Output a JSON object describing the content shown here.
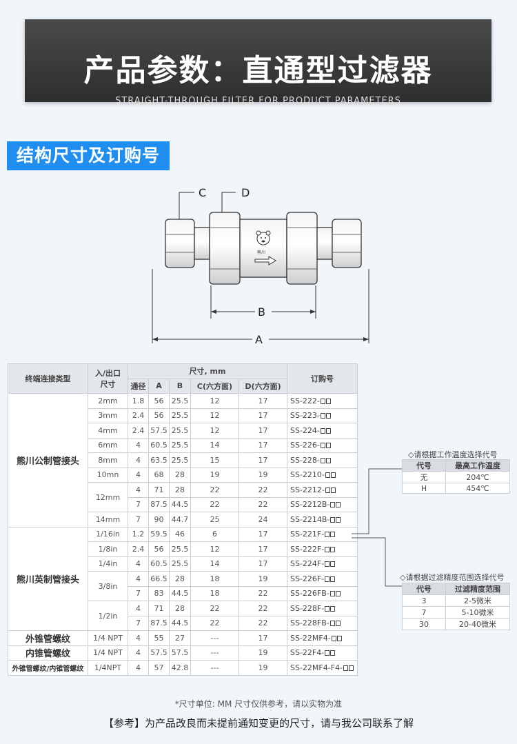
{
  "banner": {
    "title": "产品参数：直通型过滤器",
    "subtitle": "STRAIGHT-THROUGH FILTER FOR PRODUCT PARAMETERS"
  },
  "section": {
    "title": "结构尺寸及订购号"
  },
  "diagram": {
    "label_c": "C",
    "label_d": "D",
    "label_b": "B",
    "label_a": "A",
    "logo_text": "熊川"
  },
  "table": {
    "headers": {
      "type": "终端连接类型",
      "size": "入/出口尺寸",
      "size_line1": "入/出口",
      "size_line2": "尺寸",
      "dims": "尺寸, mm",
      "bore": "通径",
      "a": "A",
      "b": "B",
      "c": "C(六方面)",
      "d": "D(六方面)",
      "order": "订购号"
    },
    "groups": [
      {
        "name": "熊川公制管接头",
        "rows": [
          {
            "size": "2mm",
            "bore": "1.8",
            "a": "56",
            "b": "25.5",
            "c": "12",
            "d": "17",
            "order": "SS-222-"
          },
          {
            "size": "3mm",
            "bore": "2.4",
            "a": "56",
            "b": "25.5",
            "c": "12",
            "d": "17",
            "order": "SS-223-"
          },
          {
            "size": "4mm",
            "bore": "2.4",
            "a": "57.5",
            "b": "25.5",
            "c": "12",
            "d": "17",
            "order": "SS-224-"
          },
          {
            "size": "6mm",
            "bore": "4",
            "a": "60.5",
            "b": "25.5",
            "c": "14",
            "d": "17",
            "order": "SS-226-"
          },
          {
            "size": "8mm",
            "bore": "4",
            "a": "63.5",
            "b": "25.5",
            "c": "15",
            "d": "17",
            "order": "SS-228-"
          },
          {
            "size": "10mn",
            "bore": "4",
            "a": "68",
            "b": "28",
            "c": "19",
            "d": "19",
            "order": "SS-2210-"
          },
          {
            "size": "12mm",
            "bore": "4",
            "a": "71",
            "b": "28",
            "c": "22",
            "d": "22",
            "order": "SS-2212-"
          },
          {
            "size": "",
            "bore": "7",
            "a": "87.5",
            "b": "44.5",
            "c": "22",
            "d": "22",
            "order": "SS-2212B-"
          },
          {
            "size": "14mm",
            "bore": "7",
            "a": "90",
            "b": "44.7",
            "c": "25",
            "d": "24",
            "order": "SS-2214B-"
          }
        ]
      },
      {
        "name": "熊川英制管接头",
        "rows": [
          {
            "size": "1/16in",
            "bore": "1.2",
            "a": "59.5",
            "b": "46",
            "c": "6",
            "d": "17",
            "order": "SS-221F-"
          },
          {
            "size": "1/8in",
            "bore": "2.4",
            "a": "56",
            "b": "25.5",
            "c": "12",
            "d": "17",
            "order": "SS-222F-"
          },
          {
            "size": "1/4in",
            "bore": "4",
            "a": "60.5",
            "b": "25.5",
            "c": "14",
            "d": "17",
            "order": "SS-224F-"
          },
          {
            "size": "3/8in",
            "bore": "4",
            "a": "66.5",
            "b": "28",
            "c": "18",
            "d": "19",
            "order": "SS-226F-"
          },
          {
            "size": "",
            "bore": "7",
            "a": "83",
            "b": "44.5",
            "c": "18",
            "d": "22",
            "order": "SS-226FB-"
          },
          {
            "size": "1/2in",
            "bore": "4",
            "a": "71",
            "b": "28",
            "c": "22",
            "d": "22",
            "order": "SS-228F-"
          },
          {
            "size": "",
            "bore": "7",
            "a": "87.5",
            "b": "44.5",
            "c": "22",
            "d": "22",
            "order": "SS-228FB-"
          }
        ]
      },
      {
        "name": "外锥管螺纹",
        "rows": [
          {
            "size": "1/4 NPT",
            "bore": "4",
            "a": "55",
            "b": "27",
            "c": "---",
            "d": "17",
            "order": "SS-22MF4-"
          }
        ]
      },
      {
        "name": "内锥管螺纹",
        "rows": [
          {
            "size": "1/4 NPT",
            "bore": "4",
            "a": "57.5",
            "b": "57.5",
            "c": "---",
            "d": "19",
            "order": "SS-22F4-"
          }
        ]
      },
      {
        "name": "外锥管螺纹/内锥管螺纹",
        "rows": [
          {
            "size": "1/4NPT",
            "bore": "4",
            "a": "57",
            "b": "42.8",
            "c": "---",
            "d": "19",
            "order": "SS-22MF4-F4-"
          }
        ]
      }
    ]
  },
  "temp_options": {
    "title": "◇请根据工作温度选择代号",
    "headers": [
      "代号",
      "最高工作温度"
    ],
    "rows": [
      [
        "无",
        "204℃"
      ],
      [
        "H",
        "454℃"
      ]
    ]
  },
  "filter_options": {
    "title": "◇请根据过滤精度范围选择代号",
    "headers": [
      "代号",
      "过滤精度范围"
    ],
    "rows": [
      [
        "3",
        "2-5微米"
      ],
      [
        "7",
        "5-10微米"
      ],
      [
        "30",
        "20-40微米"
      ]
    ]
  },
  "footer": {
    "note": "*尺寸单位: MM  尺寸仅供参考，请以实物为准",
    "ref": "【参考】为产品改良而未提前通知变更的尺寸，请与我公司联系了解"
  },
  "colors": {
    "accent": "#1f8ef0",
    "banner_bg": "#3a3a3a",
    "page_bg": "#f1f6fb"
  }
}
